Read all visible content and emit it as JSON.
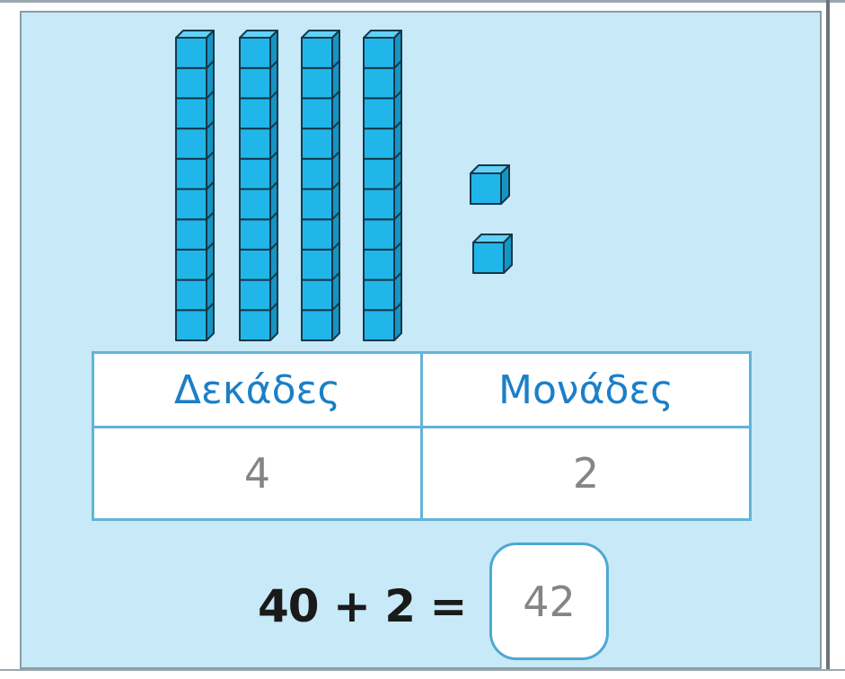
{
  "blocks": {
    "tens_rods": 4,
    "cubes_per_rod": 10,
    "unit_cubes": 2,
    "block_color": "#21b6ea",
    "edge_color": "#15384a"
  },
  "table": {
    "headers": [
      "Δεκάδες",
      "Μονάδες"
    ],
    "values": [
      "4",
      "2"
    ],
    "header_color": "#1c7fc7",
    "border_color": "#63b3d9"
  },
  "equation": {
    "expression": "40 + 2 =",
    "answer": "42"
  },
  "colors": {
    "panel_background": "#c7e9f8",
    "answer_border": "#4da8d3",
    "value_text": "#858585"
  }
}
